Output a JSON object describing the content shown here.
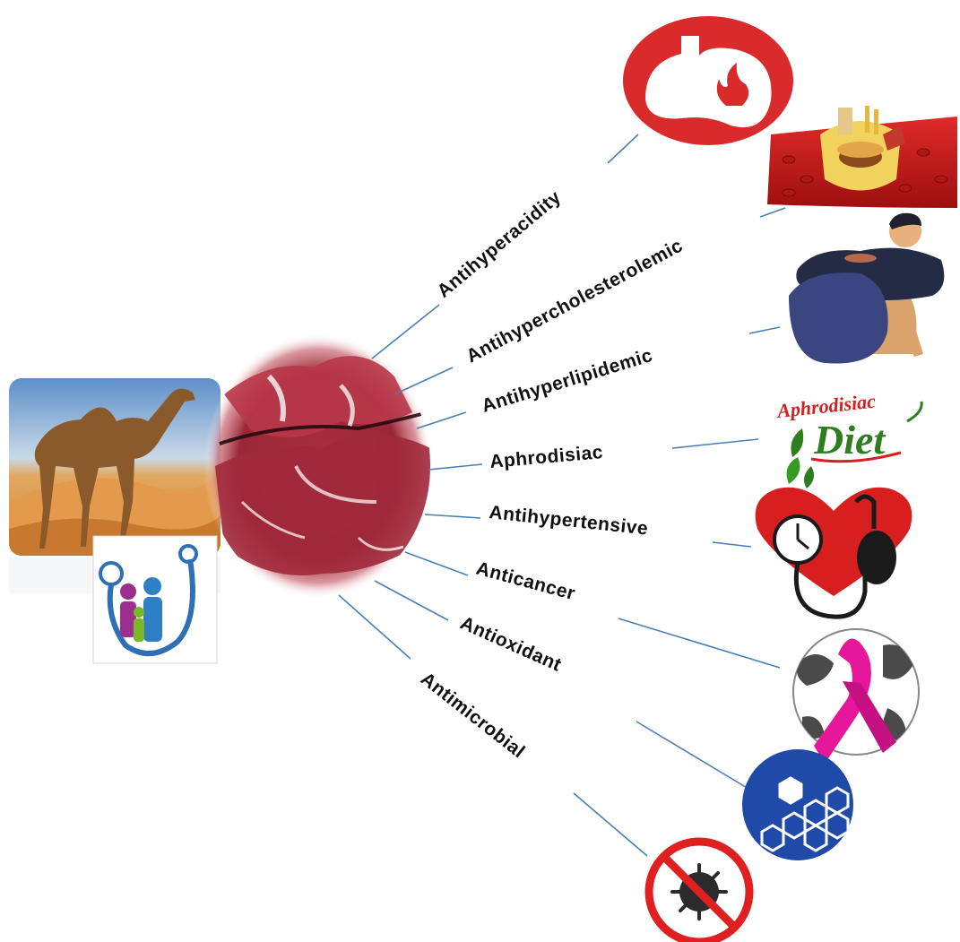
{
  "diagram": {
    "source_images": {
      "camel_photo": "camel-in-desert-photo",
      "family_health_icon": "family-doctor-stethoscope-icon",
      "meat_photo": "camel-meat-photo"
    },
    "benefits": [
      {
        "label": "Antihyperacidity",
        "icon": "stomach-fire-icon"
      },
      {
        "label": "Antihypercholesterolemic",
        "icon": "artery-junk-food-icon"
      },
      {
        "label": "Antihyperlipidemic",
        "icon": "obese-person-icon"
      },
      {
        "label": "Aphrodisiac",
        "icon": "aphrodisiac-diet-icon"
      },
      {
        "label": "Antihypertensive",
        "icon": "heart-blood-pressure-icon"
      },
      {
        "label": "Anticancer",
        "icon": "cancer-ribbon-globe-icon"
      },
      {
        "label": "Antioxidant",
        "icon": "molecule-hexagon-icon"
      },
      {
        "label": "Antimicrobial",
        "icon": "no-virus-icon"
      }
    ],
    "diet_logo_text": {
      "line1": "Aphrodisiac",
      "line2": "Diet"
    },
    "colors": {
      "connector": "#4a7fb5",
      "stomach_red": "#d92b2b",
      "ribbon_pink": "#e6179b",
      "molecule_blue": "#1f4aa8",
      "diet_green": "#2e7d1e",
      "diet_red": "#d42020"
    }
  }
}
